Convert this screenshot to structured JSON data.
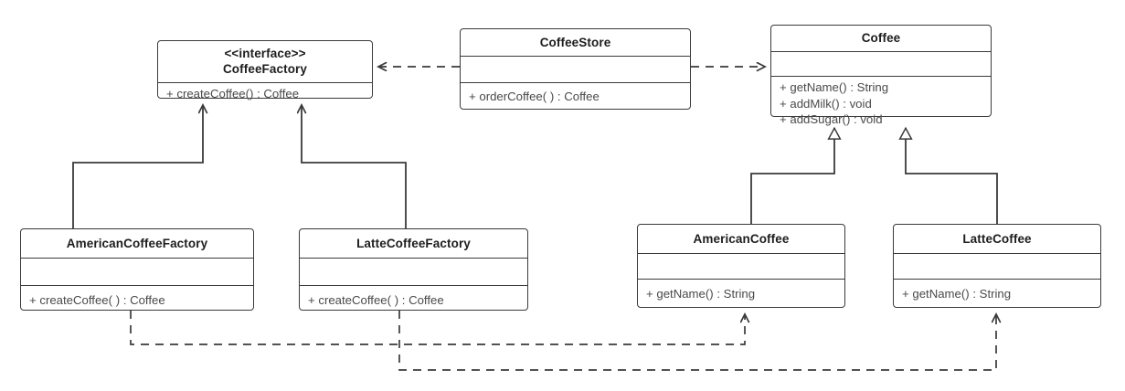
{
  "diagram": {
    "title": "Factory Method pattern UML class diagram",
    "line_color": "#3a3a3a",
    "text_color": "#1d1d1d",
    "member_color": "#4a4a4a",
    "background": "#ffffff"
  },
  "classes": {
    "coffee_factory": {
      "stereotype": "<<interface>>",
      "name": "CoffeeFactory",
      "attributes": [],
      "methods": [
        "+ createCoffee() : Coffee"
      ]
    },
    "coffee_store": {
      "name": "CoffeeStore",
      "attributes": [],
      "methods": [
        "+ orderCoffee( ) : Coffee"
      ]
    },
    "coffee": {
      "name": "Coffee",
      "attributes": [],
      "methods": [
        "+ getName() : String",
        "+ addMilk() : void",
        "+ addSugar() : void"
      ]
    },
    "american_coffee_factory": {
      "name": "AmericanCoffeeFactory",
      "attributes": [],
      "methods": [
        "+ createCoffee( ) : Coffee"
      ]
    },
    "latte_coffee_factory": {
      "name": "LatteCoffeeFactory",
      "attributes": [],
      "methods": [
        "+ createCoffee( ) : Coffee"
      ]
    },
    "american_coffee": {
      "name": "AmericanCoffee",
      "attributes": [],
      "methods": [
        "+ getName() : String"
      ]
    },
    "latte_coffee": {
      "name": "LatteCoffee",
      "attributes": [],
      "methods": [
        "+ getName() : String"
      ]
    }
  },
  "relationships": [
    {
      "id": "store-uses-factory",
      "from": "CoffeeStore",
      "to": "CoffeeFactory",
      "type": "dependency",
      "line": "dashed",
      "arrow": "open"
    },
    {
      "id": "store-uses-coffee",
      "from": "CoffeeStore",
      "to": "Coffee",
      "type": "dependency",
      "line": "dashed",
      "arrow": "open"
    },
    {
      "id": "americanfactory-implements-factory",
      "from": "AmericanCoffeeFactory",
      "to": "CoffeeFactory",
      "type": "implementation",
      "line": "solid",
      "arrow": "open"
    },
    {
      "id": "lattefactory-implements-factory",
      "from": "LatteCoffeeFactory",
      "to": "CoffeeFactory",
      "type": "implementation",
      "line": "solid",
      "arrow": "open"
    },
    {
      "id": "americancoffee-extends-coffee",
      "from": "AmericanCoffee",
      "to": "Coffee",
      "type": "generalization",
      "line": "solid",
      "arrow": "hollow-triangle"
    },
    {
      "id": "lattefactory-creates-lattecoffee",
      "from": "LatteCoffeeFactory",
      "to": "LatteCoffee",
      "type": "dependency",
      "line": "dashed",
      "arrow": "open"
    },
    {
      "id": "lattecoffee-extends-coffee",
      "from": "LatteCoffee",
      "to": "Coffee",
      "type": "generalization",
      "line": "solid",
      "arrow": "hollow-triangle"
    },
    {
      "id": "americanfactory-creates-americancoffee",
      "from": "AmericanCoffeeFactory",
      "to": "AmericanCoffee",
      "type": "dependency",
      "line": "dashed",
      "arrow": "open"
    }
  ]
}
